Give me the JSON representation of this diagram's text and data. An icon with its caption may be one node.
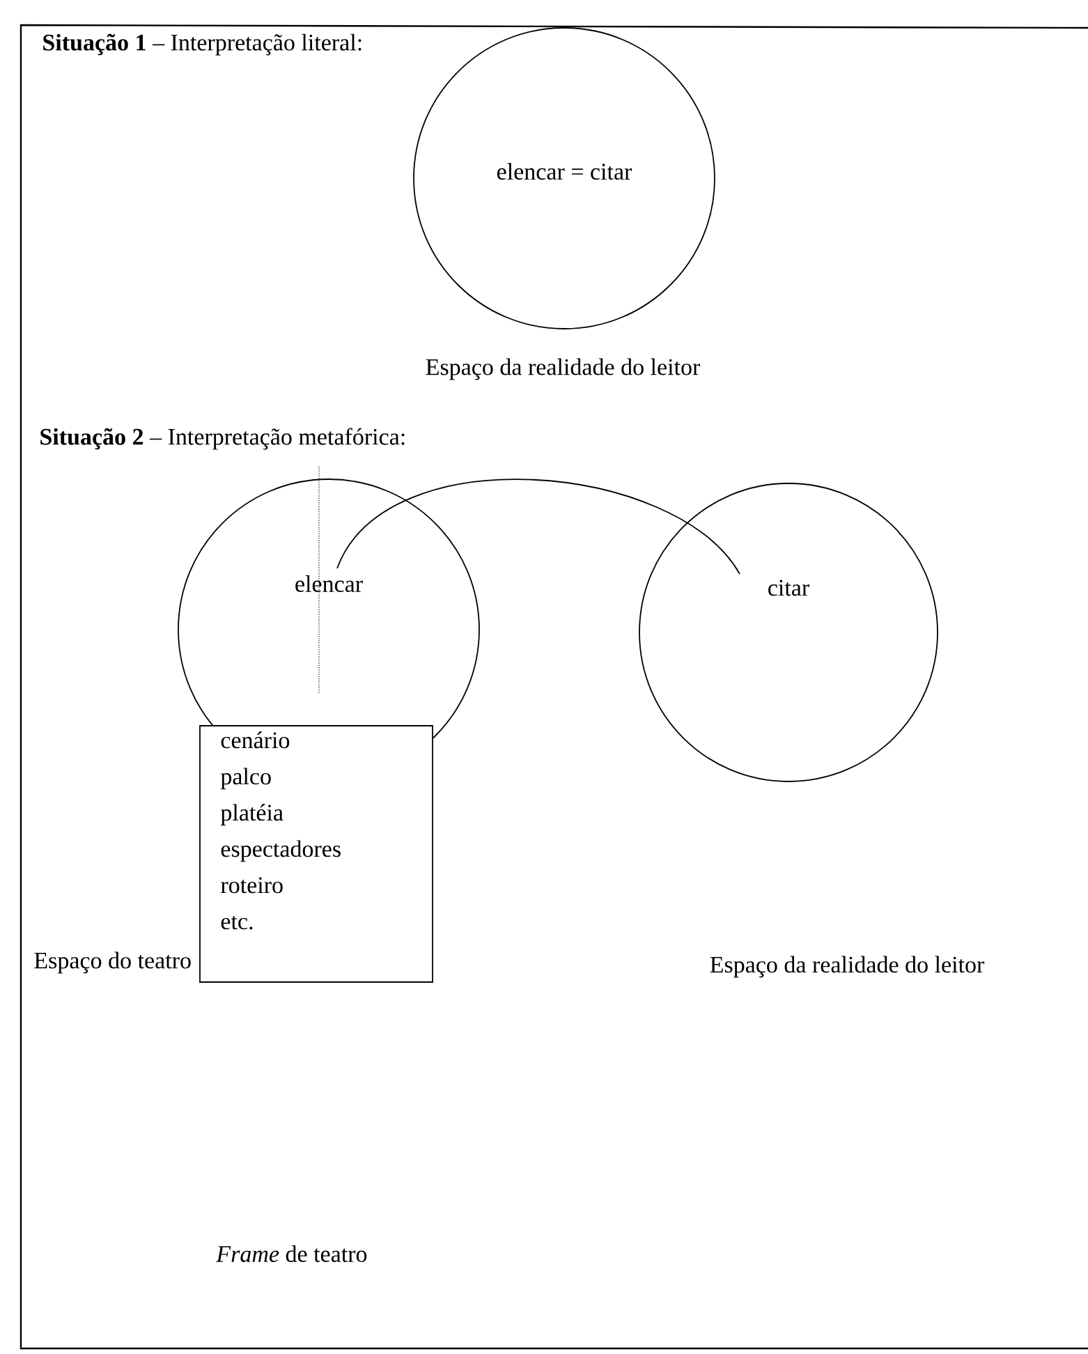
{
  "diagram": {
    "nodes": [
      {
        "text": [
          "elencar = citar"
        ],
        "beside": [
          "Espaço da realidade do leitor"
        ]
      },
      {
        "text": [
          "elencar"
        ]
      },
      {
        "text": [
          "cenário",
          "palco",
          "platéia",
          "espectadores",
          "roteiro",
          "etc."
        ]
      },
      {
        "text": [
          "citar"
        ]
      }
    ],
    "edges": [
      {
        "from": 1,
        "to": 3,
        "arrow": "none"
      }
    ],
    "labels": [
      "**Situação 1** – Interpretação literal:",
      "**Situação 2** – Interpretação metafórica:",
      "Espaço do teatro",
      "Espaço da realidade do leitor",
      "*Frame* de teatro"
    ]
  }
}
